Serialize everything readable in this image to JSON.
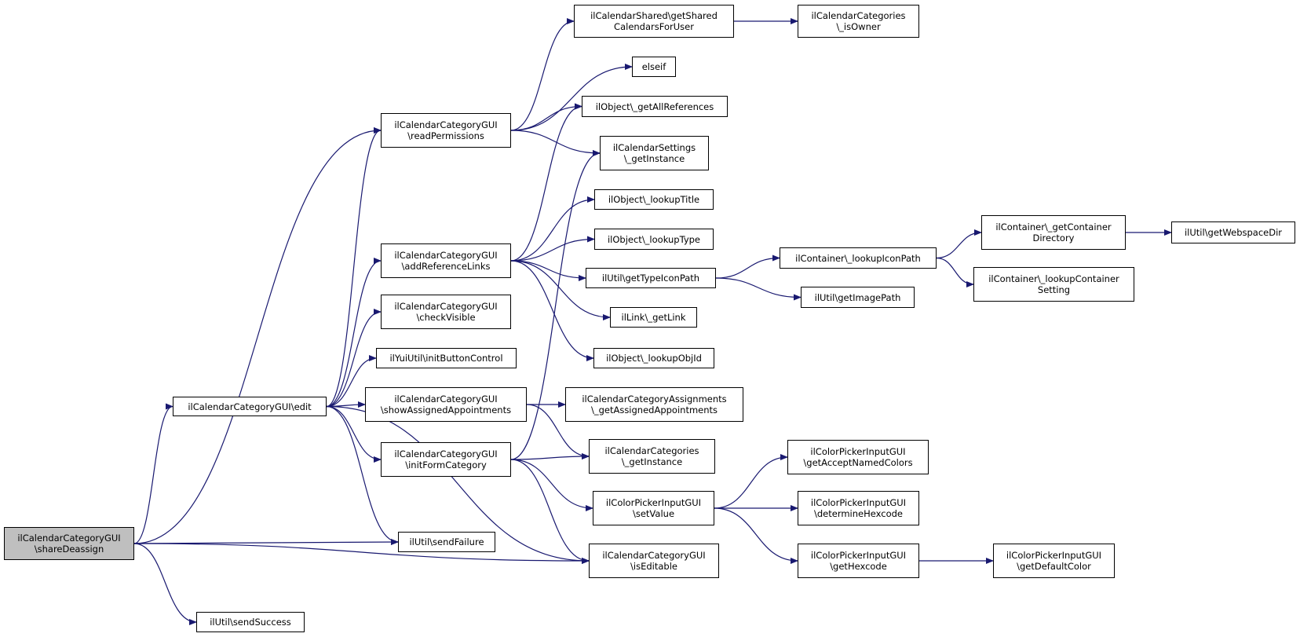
{
  "colors": {
    "edge": "#191970",
    "root_fill": "#bfbfbf",
    "node_fill": "#ffffff",
    "node_border": "#000000"
  },
  "nodes": [
    {
      "id": "shareDeassign",
      "lines": [
        "ilCalendarCategoryGUI",
        "\\shareDeassign"
      ],
      "root": true
    },
    {
      "id": "edit",
      "lines": [
        "ilCalendarCategoryGUI\\edit"
      ]
    },
    {
      "id": "readPermissions",
      "lines": [
        "ilCalendarCategoryGUI",
        "\\readPermissions"
      ]
    },
    {
      "id": "addReferenceLinks",
      "lines": [
        "ilCalendarCategoryGUI",
        "\\addReferenceLinks"
      ]
    },
    {
      "id": "checkVisible",
      "lines": [
        "ilCalendarCategoryGUI",
        "\\checkVisible"
      ]
    },
    {
      "id": "initButtonControl",
      "lines": [
        "ilYuiUtil\\initButtonControl"
      ]
    },
    {
      "id": "showAssignedAppointments",
      "lines": [
        "ilCalendarCategoryGUI",
        "\\showAssignedAppointments"
      ]
    },
    {
      "id": "initFormCategory",
      "lines": [
        "ilCalendarCategoryGUI",
        "\\initFormCategory"
      ]
    },
    {
      "id": "sendFailure",
      "lines": [
        "ilUtil\\sendFailure"
      ]
    },
    {
      "id": "sendSuccess",
      "lines": [
        "ilUtil\\sendSuccess"
      ]
    },
    {
      "id": "getSharedCalendarsForUser",
      "lines": [
        "ilCalendarShared\\getShared",
        "CalendarsForUser"
      ]
    },
    {
      "id": "elseif",
      "lines": [
        "elseif"
      ]
    },
    {
      "id": "getAllReferences",
      "lines": [
        "ilObject\\_getAllReferences"
      ]
    },
    {
      "id": "settingsGetInstance",
      "lines": [
        "ilCalendarSettings",
        "\\_getInstance"
      ]
    },
    {
      "id": "lookupTitle",
      "lines": [
        "ilObject\\_lookupTitle"
      ]
    },
    {
      "id": "lookupType",
      "lines": [
        "ilObject\\_lookupType"
      ]
    },
    {
      "id": "getTypeIconPath",
      "lines": [
        "ilUtil\\getTypeIconPath"
      ]
    },
    {
      "id": "getLink",
      "lines": [
        "ilLink\\_getLink"
      ]
    },
    {
      "id": "lookupObjId",
      "lines": [
        "ilObject\\_lookupObjId"
      ]
    },
    {
      "id": "getAssignedAppointments",
      "lines": [
        "ilCalendarCategoryAssignments",
        "\\_getAssignedAppointments"
      ]
    },
    {
      "id": "categoriesGetInstance",
      "lines": [
        "ilCalendarCategories",
        "\\_getInstance"
      ]
    },
    {
      "id": "setValue",
      "lines": [
        "ilColorPickerInputGUI",
        "\\setValue"
      ]
    },
    {
      "id": "isEditable",
      "lines": [
        "ilCalendarCategoryGUI",
        "\\isEditable"
      ]
    },
    {
      "id": "isOwner",
      "lines": [
        "ilCalendarCategories",
        "\\_isOwner"
      ]
    },
    {
      "id": "lookupIconPath",
      "lines": [
        "ilContainer\\_lookupIconPath"
      ]
    },
    {
      "id": "getImagePath",
      "lines": [
        "ilUtil\\getImagePath"
      ]
    },
    {
      "id": "getContainerDirectory",
      "lines": [
        "ilContainer\\_getContainer",
        "Directory"
      ]
    },
    {
      "id": "lookupContainerSetting",
      "lines": [
        "ilContainer\\_lookupContainer",
        "Setting"
      ]
    },
    {
      "id": "getWebspaceDir",
      "lines": [
        "ilUtil\\getWebspaceDir"
      ]
    },
    {
      "id": "getAcceptNamedColors",
      "lines": [
        "ilColorPickerInputGUI",
        "\\getAcceptNamedColors"
      ]
    },
    {
      "id": "determineHexcode",
      "lines": [
        "ilColorPickerInputGUI",
        "\\determineHexcode"
      ]
    },
    {
      "id": "getHexcode",
      "lines": [
        "ilColorPickerInputGUI",
        "\\getHexcode"
      ]
    },
    {
      "id": "getDefaultColor",
      "lines": [
        "ilColorPickerInputGUI",
        "\\getDefaultColor"
      ]
    }
  ],
  "edges": [
    {
      "from": "shareDeassign",
      "to": "readPermissions"
    },
    {
      "from": "shareDeassign",
      "to": "edit"
    },
    {
      "from": "shareDeassign",
      "to": "sendFailure"
    },
    {
      "from": "shareDeassign",
      "to": "isEditable"
    },
    {
      "from": "shareDeassign",
      "to": "sendSuccess"
    },
    {
      "from": "edit",
      "to": "readPermissions"
    },
    {
      "from": "edit",
      "to": "addReferenceLinks"
    },
    {
      "from": "edit",
      "to": "checkVisible"
    },
    {
      "from": "edit",
      "to": "initButtonControl"
    },
    {
      "from": "edit",
      "to": "showAssignedAppointments"
    },
    {
      "from": "edit",
      "to": "initFormCategory"
    },
    {
      "from": "edit",
      "to": "sendFailure"
    },
    {
      "from": "edit",
      "to": "isEditable"
    },
    {
      "from": "readPermissions",
      "to": "getSharedCalendarsForUser"
    },
    {
      "from": "readPermissions",
      "to": "elseif"
    },
    {
      "from": "readPermissions",
      "to": "getAllReferences"
    },
    {
      "from": "readPermissions",
      "to": "settingsGetInstance"
    },
    {
      "from": "addReferenceLinks",
      "to": "getAllReferences"
    },
    {
      "from": "addReferenceLinks",
      "to": "lookupTitle"
    },
    {
      "from": "addReferenceLinks",
      "to": "lookupType"
    },
    {
      "from": "addReferenceLinks",
      "to": "getTypeIconPath"
    },
    {
      "from": "addReferenceLinks",
      "to": "getLink"
    },
    {
      "from": "addReferenceLinks",
      "to": "lookupObjId"
    },
    {
      "from": "showAssignedAppointments",
      "to": "getAssignedAppointments"
    },
    {
      "from": "showAssignedAppointments",
      "to": "categoriesGetInstance"
    },
    {
      "from": "initFormCategory",
      "to": "settingsGetInstance"
    },
    {
      "from": "initFormCategory",
      "to": "categoriesGetInstance"
    },
    {
      "from": "initFormCategory",
      "to": "setValue"
    },
    {
      "from": "initFormCategory",
      "to": "isEditable"
    },
    {
      "from": "getSharedCalendarsForUser",
      "to": "isOwner"
    },
    {
      "from": "getTypeIconPath",
      "to": "lookupIconPath"
    },
    {
      "from": "getTypeIconPath",
      "to": "getImagePath"
    },
    {
      "from": "lookupIconPath",
      "to": "getContainerDirectory"
    },
    {
      "from": "lookupIconPath",
      "to": "lookupContainerSetting"
    },
    {
      "from": "getContainerDirectory",
      "to": "getWebspaceDir"
    },
    {
      "from": "setValue",
      "to": "getAcceptNamedColors"
    },
    {
      "from": "setValue",
      "to": "determineHexcode"
    },
    {
      "from": "setValue",
      "to": "getHexcode"
    },
    {
      "from": "getHexcode",
      "to": "getDefaultColor"
    }
  ]
}
